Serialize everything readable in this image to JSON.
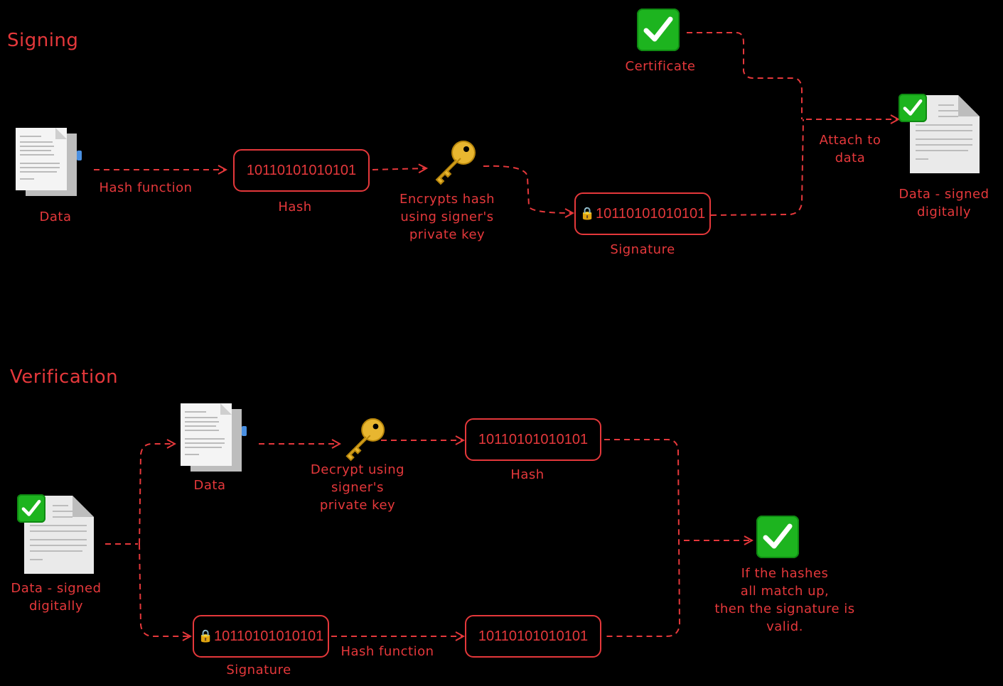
{
  "signing": {
    "heading": "Signing",
    "data_label": "Data",
    "hash_function_label": "Hash function",
    "hash_value": "10110101010101",
    "hash_label": "Hash",
    "encrypt_label": "Encrypts hash\nusing signer's\nprivate key",
    "signature_value": "10110101010101",
    "signature_label": "Signature",
    "certificate_label": "Certificate",
    "attach_label": "Attach to\ndata",
    "signed_data_label": "Data - signed\ndigitally"
  },
  "verification": {
    "heading": "Verification",
    "signed_data_label": "Data - signed\ndigitally",
    "data_label": "Data",
    "decrypt_label": "Decrypt using\nsigner's\nprivate key",
    "hash_value": "10110101010101",
    "hash_label": "Hash",
    "signature_value": "10110101010101",
    "signature_label": "Signature",
    "hash_function_label": "Hash function",
    "computed_hash_value": "10110101010101",
    "result_label": "If the hashes\nall match up,\nthen the signature is\nvalid."
  },
  "colors": {
    "accent": "#e5383b",
    "background": "#000000",
    "check": "#1db41f"
  },
  "icons": [
    "document-icon",
    "key-icon",
    "lock-icon",
    "checkmark-icon"
  ]
}
